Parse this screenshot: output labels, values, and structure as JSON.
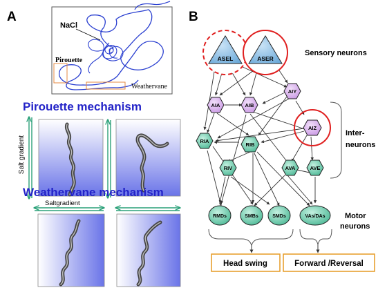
{
  "panel_a": {
    "letter": "A",
    "track_labels": {
      "nacl": "NaCl",
      "pirouette": "Pirouette",
      "weathervane": "Weathervane"
    },
    "pirouette_title": "Pirouette mechanism",
    "weathervane_title": "Weathervane mechanism",
    "salt_gradient_vertical": "Salt gradient",
    "salt_gradient_horizontal": "Saltgradient"
  },
  "panel_b": {
    "letter": "B",
    "categories": {
      "sensory": "Sensory neurons",
      "inter_line1": "Inter-",
      "inter_line2": "neurons",
      "motor_line1": "Motor",
      "motor_line2": "neurons"
    },
    "neurons": {
      "asel": "ASEL",
      "aser": "ASER",
      "aia": "AIA",
      "aib": "AIB",
      "aiy": "AIY",
      "aiz": "AIZ",
      "ria": "RIA",
      "rib": "RIB",
      "riv": "RIV",
      "ava": "AVA",
      "ave": "AVE",
      "rmds": "RMDs",
      "smbs": "SMBs",
      "smds": "SMDs",
      "vas_das": "VAs/DAs"
    },
    "outputs": {
      "head_swing": "Head swing",
      "forward_reversal": "Forward /Reversal"
    }
  },
  "colors": {
    "title_blue": "#2323c8",
    "track_blue": "#2a3fd0",
    "sensory_fill": "#7eb6e0",
    "inter_fill": "#d4a6ec",
    "motor_fill": "#5fc5a4",
    "highlight_red": "#e02020",
    "output_border": "#e8a030",
    "arrow_green": "#2aa078"
  }
}
